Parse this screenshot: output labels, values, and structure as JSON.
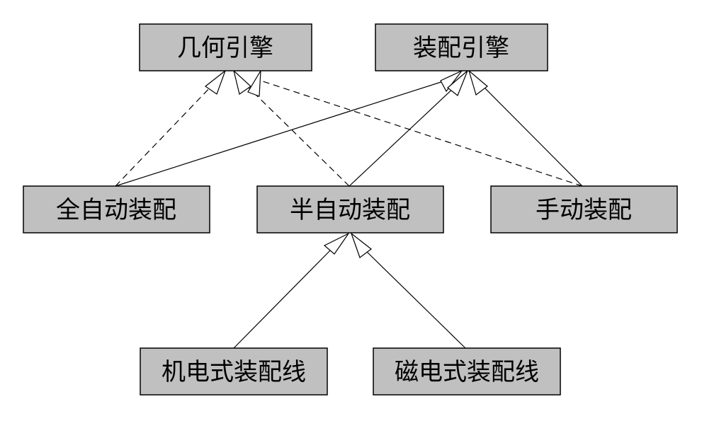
{
  "diagram": {
    "nodes": {
      "geometry_engine": "几何引擎",
      "assembly_engine": "装配引擎",
      "fully_automatic": "全自动装配",
      "semi_automatic": "半自动装配",
      "manual": "手动装配",
      "electromechanical_line": "机电式装配线",
      "magnetic_line": "磁电式装配线"
    },
    "edges": [
      {
        "from": "fully_automatic",
        "to": "geometry_engine",
        "style": "dashed",
        "head": "hollow-triangle"
      },
      {
        "from": "semi_automatic",
        "to": "geometry_engine",
        "style": "dashed",
        "head": "hollow-triangle"
      },
      {
        "from": "manual",
        "to": "geometry_engine",
        "style": "dashed",
        "head": "hollow-triangle"
      },
      {
        "from": "fully_automatic",
        "to": "assembly_engine",
        "style": "solid",
        "head": "hollow-triangle"
      },
      {
        "from": "semi_automatic",
        "to": "assembly_engine",
        "style": "solid",
        "head": "hollow-triangle"
      },
      {
        "from": "manual",
        "to": "assembly_engine",
        "style": "solid",
        "head": "hollow-triangle"
      },
      {
        "from": "electromechanical_line",
        "to": "semi_automatic",
        "style": "solid",
        "head": "hollow-triangle"
      },
      {
        "from": "magnetic_line",
        "to": "semi_automatic",
        "style": "solid",
        "head": "hollow-triangle"
      }
    ],
    "colors": {
      "box_fill": "#c0c0c0",
      "line": "#000000",
      "arrow_fill": "#ffffff"
    }
  }
}
